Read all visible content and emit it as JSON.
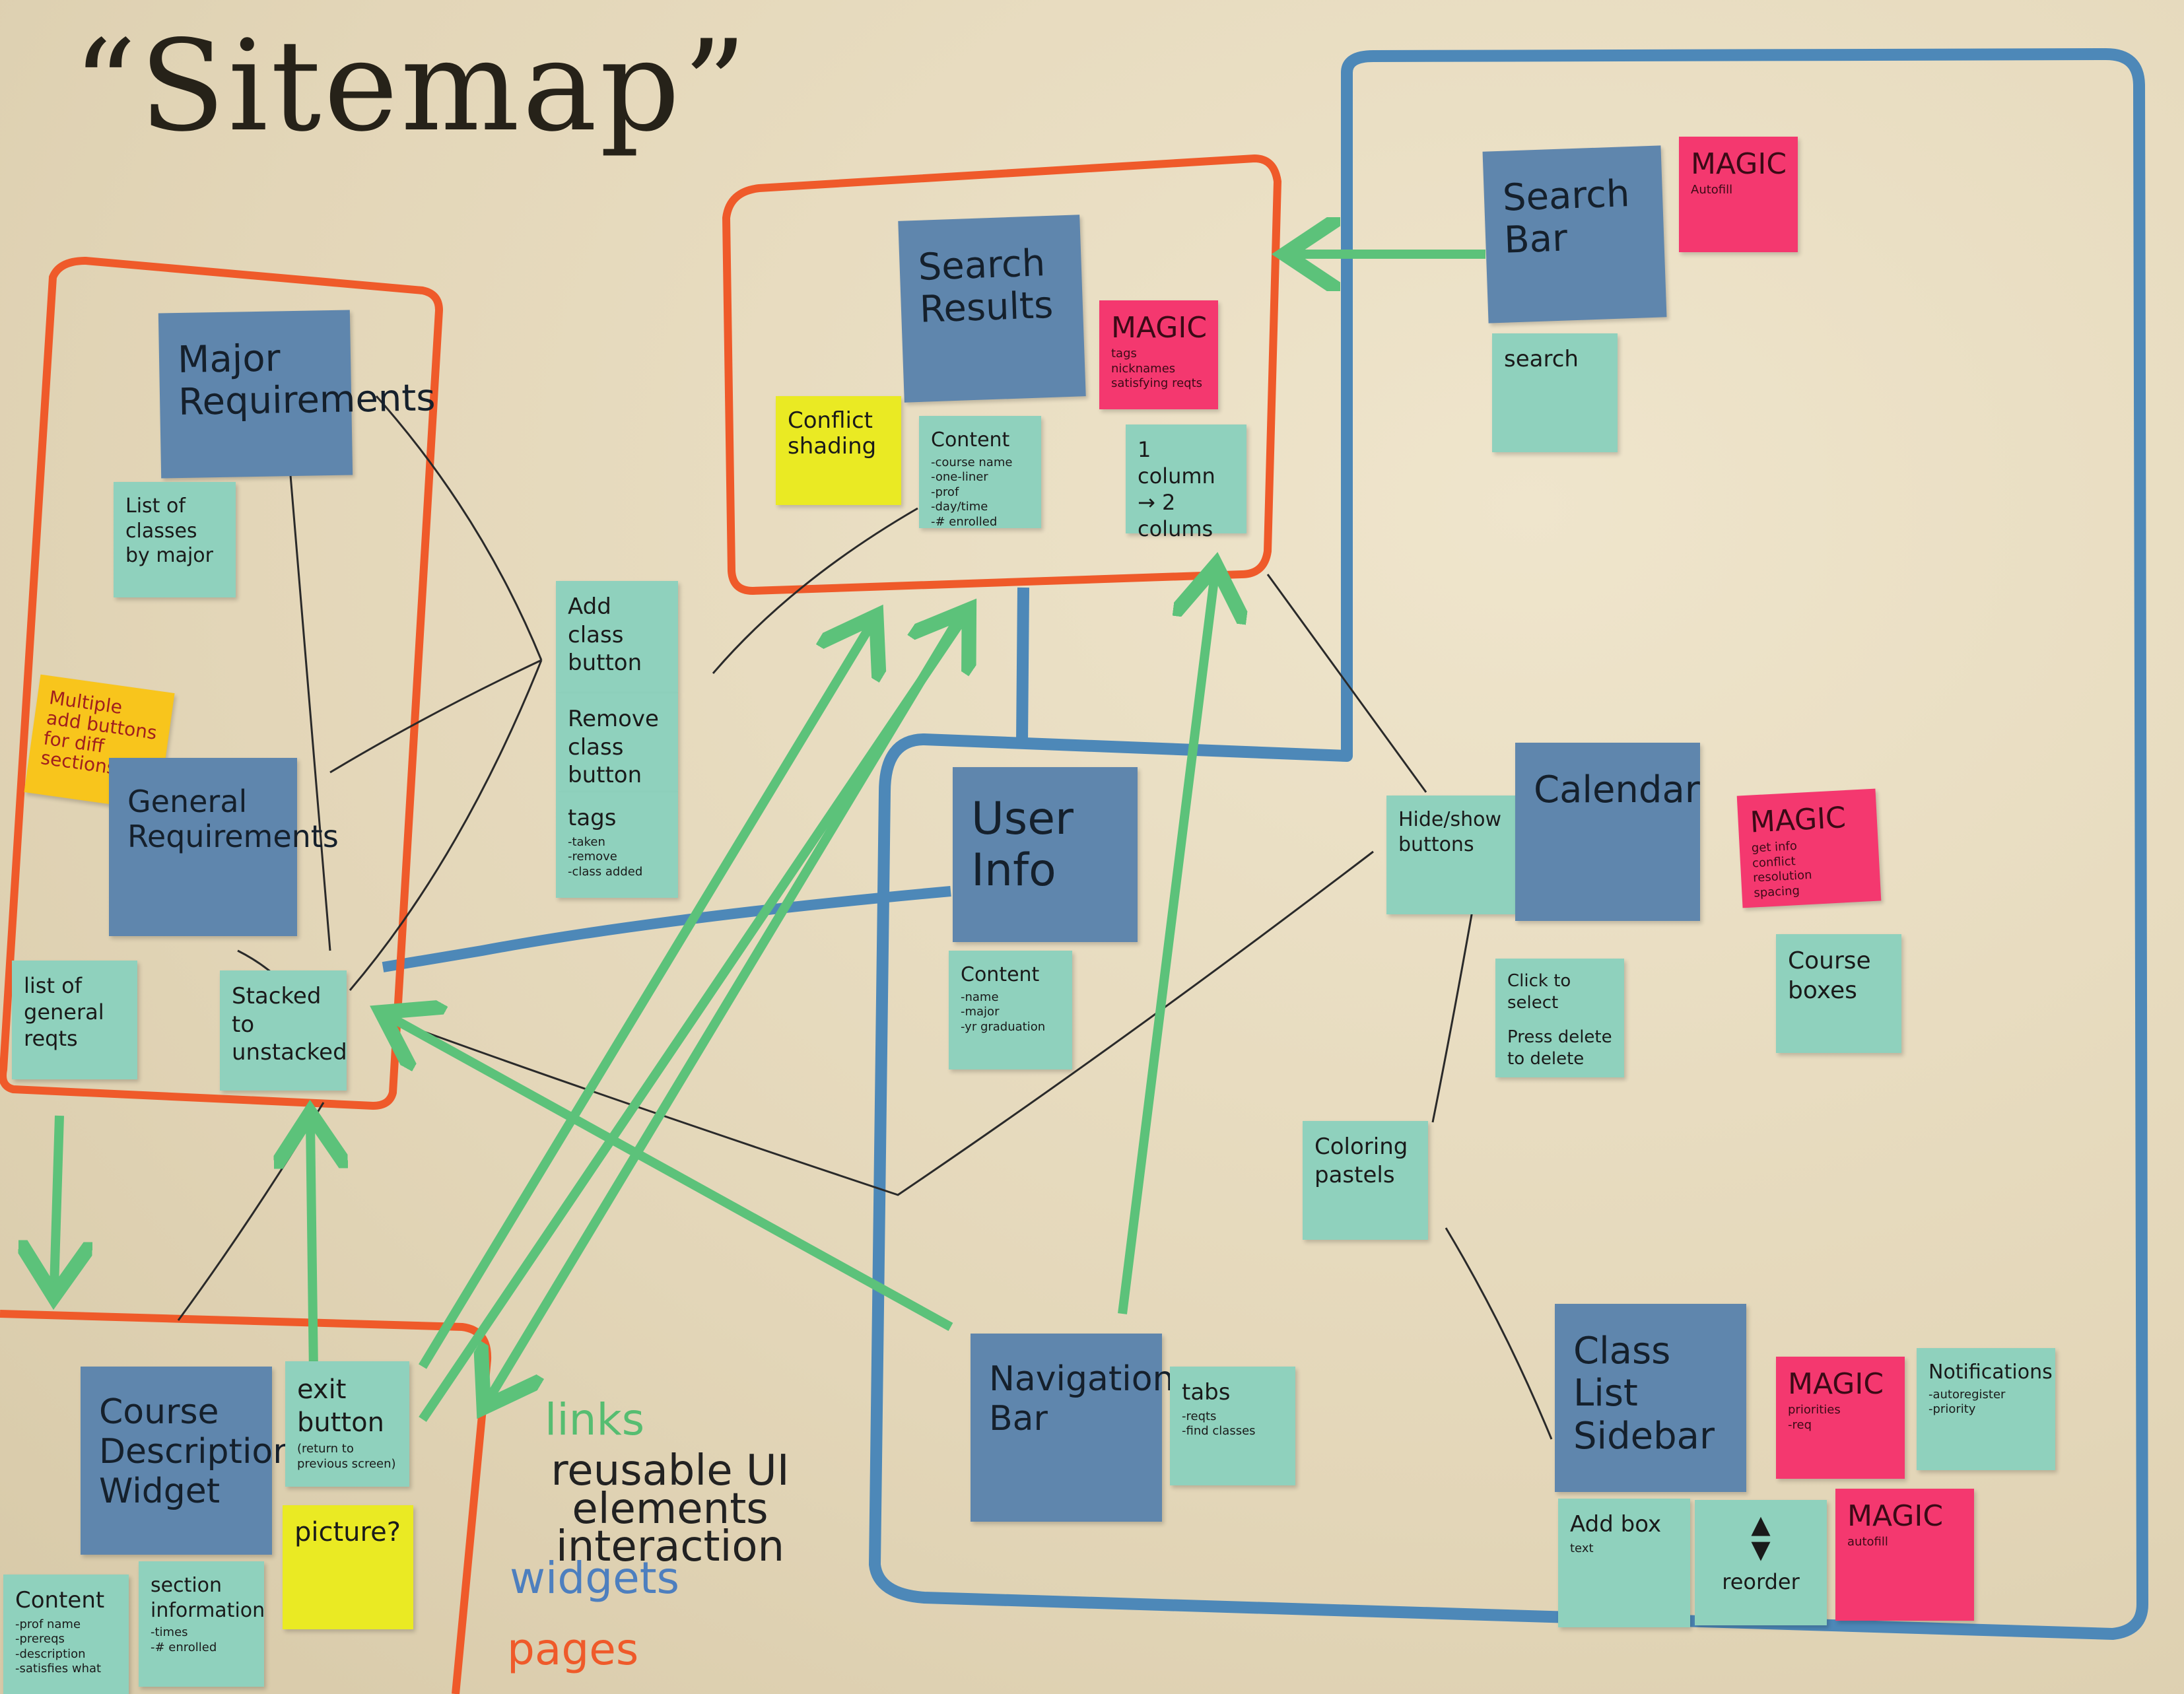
{
  "title": "“Sitemap”",
  "colors": {
    "background": "#e7dcc0",
    "page_outline": "#ef5a2a",
    "widget_outline": "#4d88b8",
    "link_arrow": "#5cc27a",
    "connector": "#2a2a2a"
  },
  "notes": {
    "major_requirements": "Major Requirements",
    "list_of_classes_by_major": "List of classes by major",
    "multiple_add_buttons": "Multiple add buttons for diff sections",
    "general_requirements": "General Requirements",
    "list_of_general_reqts": "list of general reqts",
    "stacked_to_unstacked": "Stacked to unstacked",
    "add_class_button": "Add class button",
    "remove_class_button": "Remove class button",
    "tags_title": "tags",
    "tags_items": "-taken\n-remove\n-class added",
    "search_results": "Search Results",
    "magic_search_results_title": "MAGIC",
    "magic_search_results_items": "tags\nnicknames\nsatisfying reqts",
    "conflict_shading": "Conflict shading",
    "results_content_title": "Content",
    "results_content_items": "-course name\n-one-liner\n-prof\n-day/time\n-# enrolled",
    "columns": "1 column → 2 colums",
    "search_bar": "Search Bar",
    "magic_search_bar_title": "MAGIC",
    "magic_search_bar_items": "Autofill",
    "search": "search",
    "user_info": "User Info",
    "user_content_title": "Content",
    "user_content_items": "-name\n-major\n-yr graduation",
    "calendar": "Calendar",
    "magic_calendar_title": "MAGIC",
    "magic_calendar_items": "get info\nconflict\nresolution\nspacing",
    "hide_show_buttons": "Hide/show buttons",
    "click_to_select": "Click to select",
    "press_delete": "Press delete to delete",
    "course_boxes": "Course boxes",
    "coloring_pastels": "Coloring pastels",
    "class_list_sidebar": "Class List Sidebar",
    "magic_sidebar_title": "MAGIC",
    "magic_sidebar_items": "priorities\n-req",
    "notifications_title": "Notifications",
    "notifications_items": "-autoregister\n-priority",
    "add_box": "Add box",
    "add_box_sub": "text",
    "reorder_arrows": "▲\n▼",
    "reorder": "reorder",
    "magic_autofill_title": "MAGIC",
    "magic_autofill_items": "autofill",
    "navigation_bar": "Navigation Bar",
    "tabs_title": "tabs",
    "tabs_items": "-reqts\n-find classes",
    "course_description_widget": "Course Description Widget",
    "exit_button": "exit button",
    "exit_button_sub": "(return to previous screen)",
    "picture": "picture?",
    "course_content_title": "Content",
    "course_content_items": "-prof name\n-prereqs\n-description\n-satisfies what",
    "section_information_title": "section information",
    "section_information_items": "-times\n-# enrolled"
  },
  "legend": {
    "links": "links",
    "reusable": "reusable UI elements interaction",
    "widgets": "widgets",
    "pages": "pages"
  }
}
